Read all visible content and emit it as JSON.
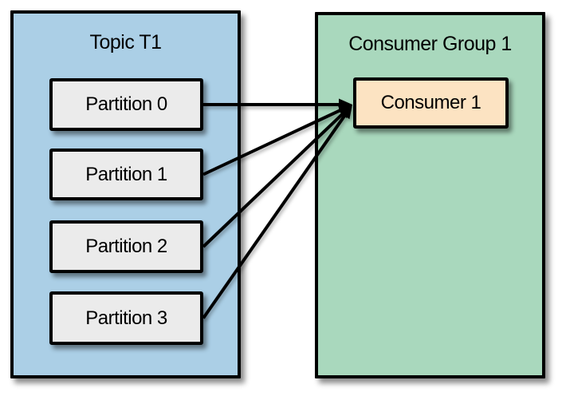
{
  "diagram": {
    "topic": {
      "title": "Topic T1",
      "partitions": [
        "Partition 0",
        "Partition 1",
        "Partition 2",
        "Partition 3"
      ]
    },
    "consumer_group": {
      "title": "Consumer Group 1",
      "consumers": [
        "Consumer 1"
      ]
    },
    "edges": [
      {
        "from": "partition-0",
        "to": "consumer-1"
      },
      {
        "from": "partition-1",
        "to": "consumer-1"
      },
      {
        "from": "partition-2",
        "to": "consumer-1"
      },
      {
        "from": "partition-3",
        "to": "consumer-1"
      }
    ],
    "colors": {
      "topic_fill": "#abcfe6",
      "group_fill": "#a9d8bd",
      "partition_fill": "#ebebeb",
      "consumer_fill": "#fce3c2",
      "border": "#000000",
      "arrow": "#000000"
    }
  }
}
